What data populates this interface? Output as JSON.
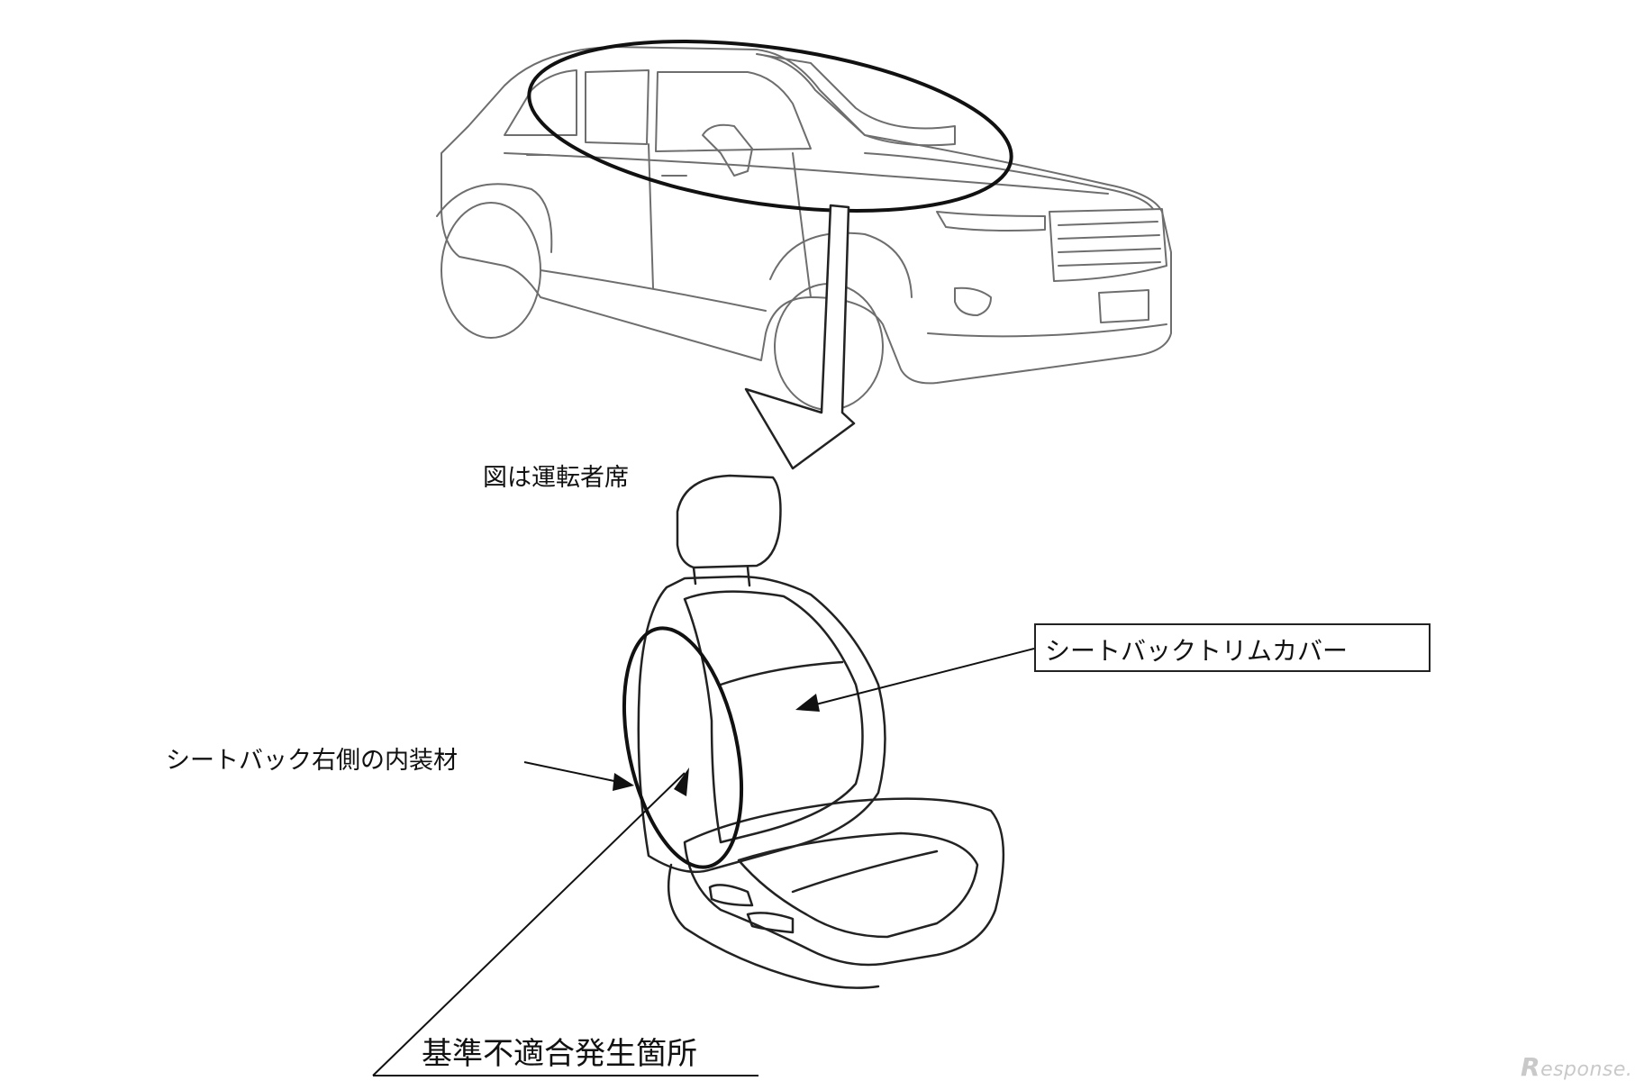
{
  "labels": {
    "view_note": "図は運転者席",
    "seatback_trim_cover": "シートバックトリムカバー",
    "seatback_right_inner_material": "シートバック右側の内装材",
    "nonconformity_location": "基準不適合発生箇所"
  },
  "watermark": {
    "initial": "R",
    "rest": "esponse."
  },
  "colors": {
    "line": "#222222",
    "car_line": "#6e6e6e",
    "background": "#ffffff",
    "watermark": "#c9c9c9"
  }
}
